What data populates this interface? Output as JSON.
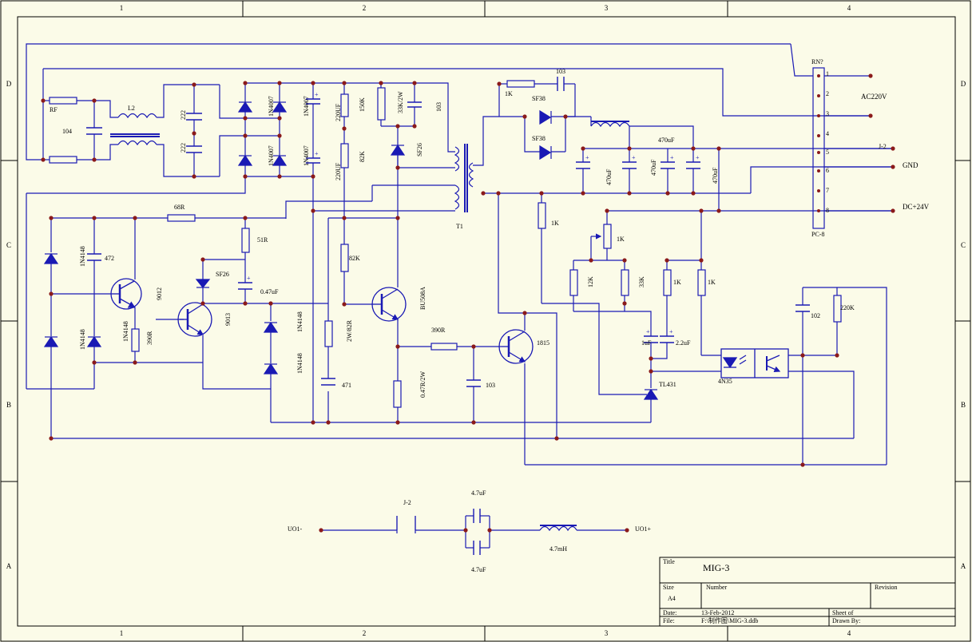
{
  "sheet": {
    "zone_columns": [
      "1",
      "2",
      "3",
      "4"
    ],
    "zone_rows": [
      "D",
      "C",
      "B",
      "A"
    ],
    "colors": {
      "paper": "#fbfbe8",
      "wire": "#1a1ab4",
      "junction": "#8b1a1a",
      "border": "#000000",
      "text": "#000000"
    }
  },
  "title_block": {
    "title_caption": "Title",
    "title": "MIG-3",
    "size_caption": "Size",
    "size": "A4",
    "number_caption": "Number",
    "revision_caption": "Revision",
    "date_caption": "Date:",
    "date": "13-Feb-2012",
    "file_caption": "File:",
    "file": "F:\\制作图\\MIG-3.ddb",
    "sheet_caption": "Sheet   of",
    "drawn_caption": "Drawn By:"
  },
  "labels": {
    "rf": "RF",
    "cap_104": "104",
    "choke_l2": "L2",
    "cap_222_a": "222",
    "cap_222_b": "222",
    "d_1n4007_a": "1N4007",
    "d_1n4007_b": "1N4007",
    "d_1n4007_c": "1N4007",
    "d_1n4007_d": "1N4007",
    "cap_220uf_a": "220UF",
    "cap_220uf_b": "220UF",
    "r_150k": "150K",
    "r_82k_a": "82K",
    "r_33k2w": "33K/2W",
    "cap_103_a": "103",
    "d_sf26_a": "SF26",
    "transformer_t1": "T1",
    "r_1k_top": "1K",
    "cap_103_top": "103",
    "d_sf38_a": "SF38",
    "d_sf38_b": "SF38",
    "cap_470uf_a": "470uF",
    "cap_470uf_b": "470uF",
    "cap_470uf_c": "470uF",
    "cap_470uf_d": "470uF",
    "connector_ref": "RN?",
    "connector_type": "PC-8",
    "pins": [
      "1",
      "2",
      "3",
      "4",
      "5",
      "6",
      "7",
      "8"
    ],
    "ac220v": "AC220V",
    "j2_right": "J-2",
    "gnd": "GND",
    "dc24v": "DC+24V",
    "r_68r": "68R",
    "r_51r": "51R",
    "d_sf26_b": "SF26",
    "cap_047uf": "0.47uF",
    "d_1n4148_a": "1N4148",
    "d_1n4148_b": "1N4148",
    "d_1n4148_c": "1N4148",
    "d_1n4148_d": "1N4148",
    "cap_472": "472",
    "q_9012": "9012",
    "q_9013": "9013",
    "r_390r_a": "390R",
    "r_82k_b": "82K",
    "q_bu508a": "BU508A",
    "r_2w82r": "2W/82R",
    "cap_471": "471",
    "r_390r_b": "390R",
    "r_047r2w": "0.47R/2W",
    "cap_103_b": "103",
    "q_1815": "1815",
    "r_1k_a": "1K",
    "pot_1k": "1K",
    "r_12k": "12K",
    "r_33k": "33K",
    "r_1k_b": "1K",
    "r_1k_c": "1K",
    "cap_1uf": "1uF",
    "cap_22uf": "2.2uF",
    "ic_tl431": "TL431",
    "opto_4n35": "4N35",
    "cap_102": "102",
    "r_220k": "220K",
    "uo1_minus": "UO1-",
    "j2_bottom": "J-2",
    "cap_47uf_top": "4.7uF",
    "cap_47uf_bot": "4.7uF",
    "inductor_47mh": "4.7mH",
    "uo1_plus": "UO1+"
  }
}
